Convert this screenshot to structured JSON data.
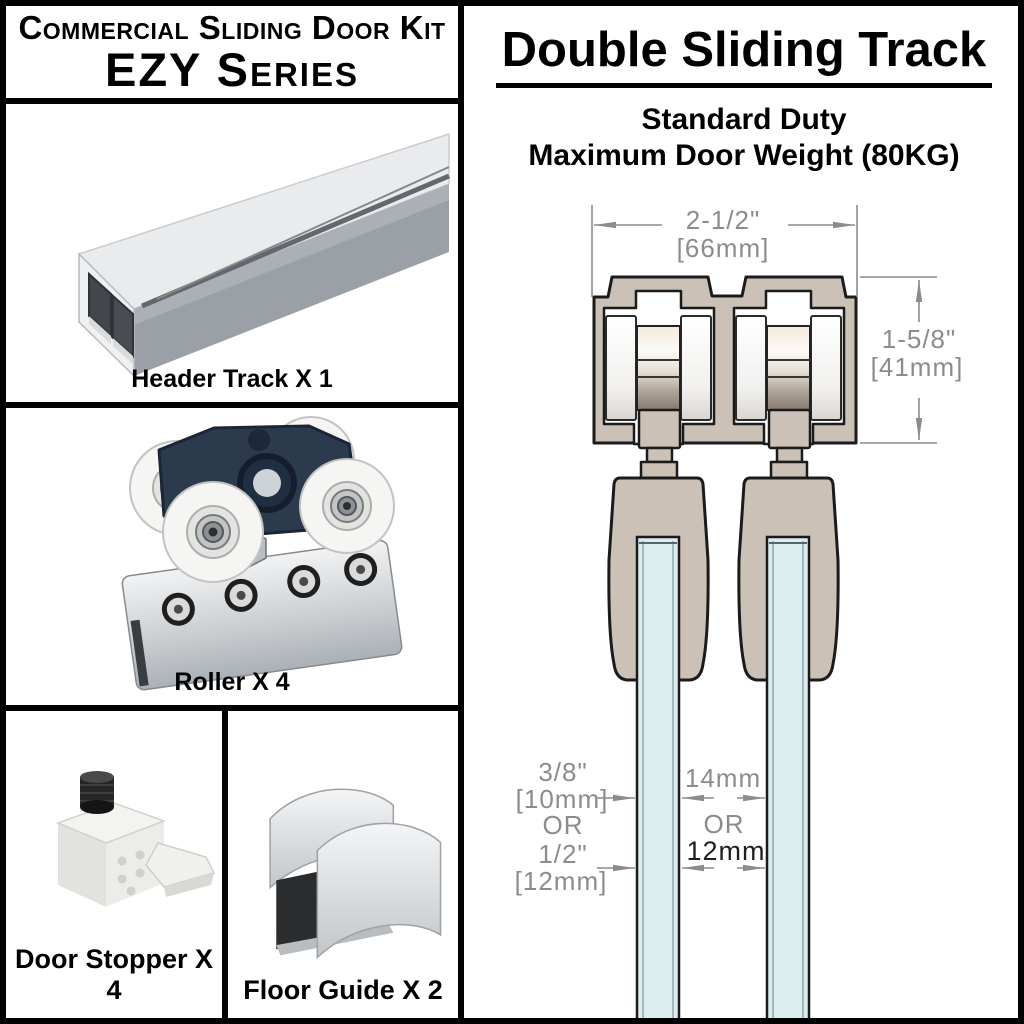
{
  "kit": {
    "title_line1": "Commercial Sliding Door Kit",
    "title_line2": "EZY Series",
    "components": [
      {
        "label": "Header Track X 1",
        "image": "header-track-photo"
      },
      {
        "label": "Roller X 4",
        "image": "roller-photo"
      },
      {
        "label": "Door Stopper X 4",
        "image": "door-stopper-photo"
      },
      {
        "label": "Floor Guide X 2",
        "image": "floor-guide-photo"
      }
    ]
  },
  "diagram": {
    "title": "Double Sliding Track",
    "subtitle_line1": "Standard Duty",
    "subtitle_line2": "Maximum Door Weight (80KG)",
    "dimensions": {
      "overall_width_in": "2-1/2\"",
      "overall_width_mm": "[66mm]",
      "overall_height_in": "1-5/8\"",
      "overall_height_mm": "[41mm]",
      "glass_option1_in": "3/8\"",
      "glass_option1_mm": "[10mm]",
      "glass_or": "OR",
      "glass_option2_in": "1/2\"",
      "glass_option2_mm": "[12mm]",
      "gap_option1": "14mm",
      "gap_or": "OR",
      "gap_option2": "12mm"
    },
    "colors": {
      "track_fill": "#cbc1b6",
      "glass_fill": "#dcedef",
      "dimension_gray": "#8c8c8c",
      "outline": "#1b1b1b"
    }
  }
}
